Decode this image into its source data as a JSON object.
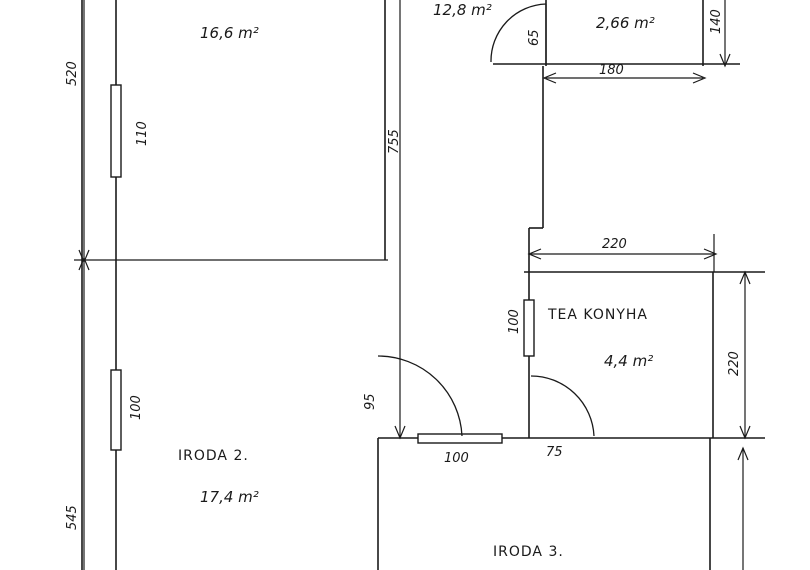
{
  "rooms": {
    "room_top_left": {
      "area": "16,6 m²"
    },
    "room_top_center": {
      "area": "12,8 m²"
    },
    "room_top_right": {
      "area": "2,66 m²"
    },
    "tea_kitchen": {
      "name": "TEA KONYHA",
      "area": "4,4 m²"
    },
    "office_2": {
      "name": "IRODA 2.",
      "area": "17,4 m²"
    },
    "office_3": {
      "name": "IRODA 3."
    }
  },
  "dimensions": {
    "d520": "520",
    "d545": "545",
    "d110": "110",
    "d100_left": "100",
    "d755": "755",
    "d65": "65",
    "d180": "180",
    "d140": "140",
    "d220_top": "220",
    "d220_side": "220",
    "d100_tea": "100",
    "d95": "95",
    "d100_bottom": "100",
    "d75": "75"
  }
}
